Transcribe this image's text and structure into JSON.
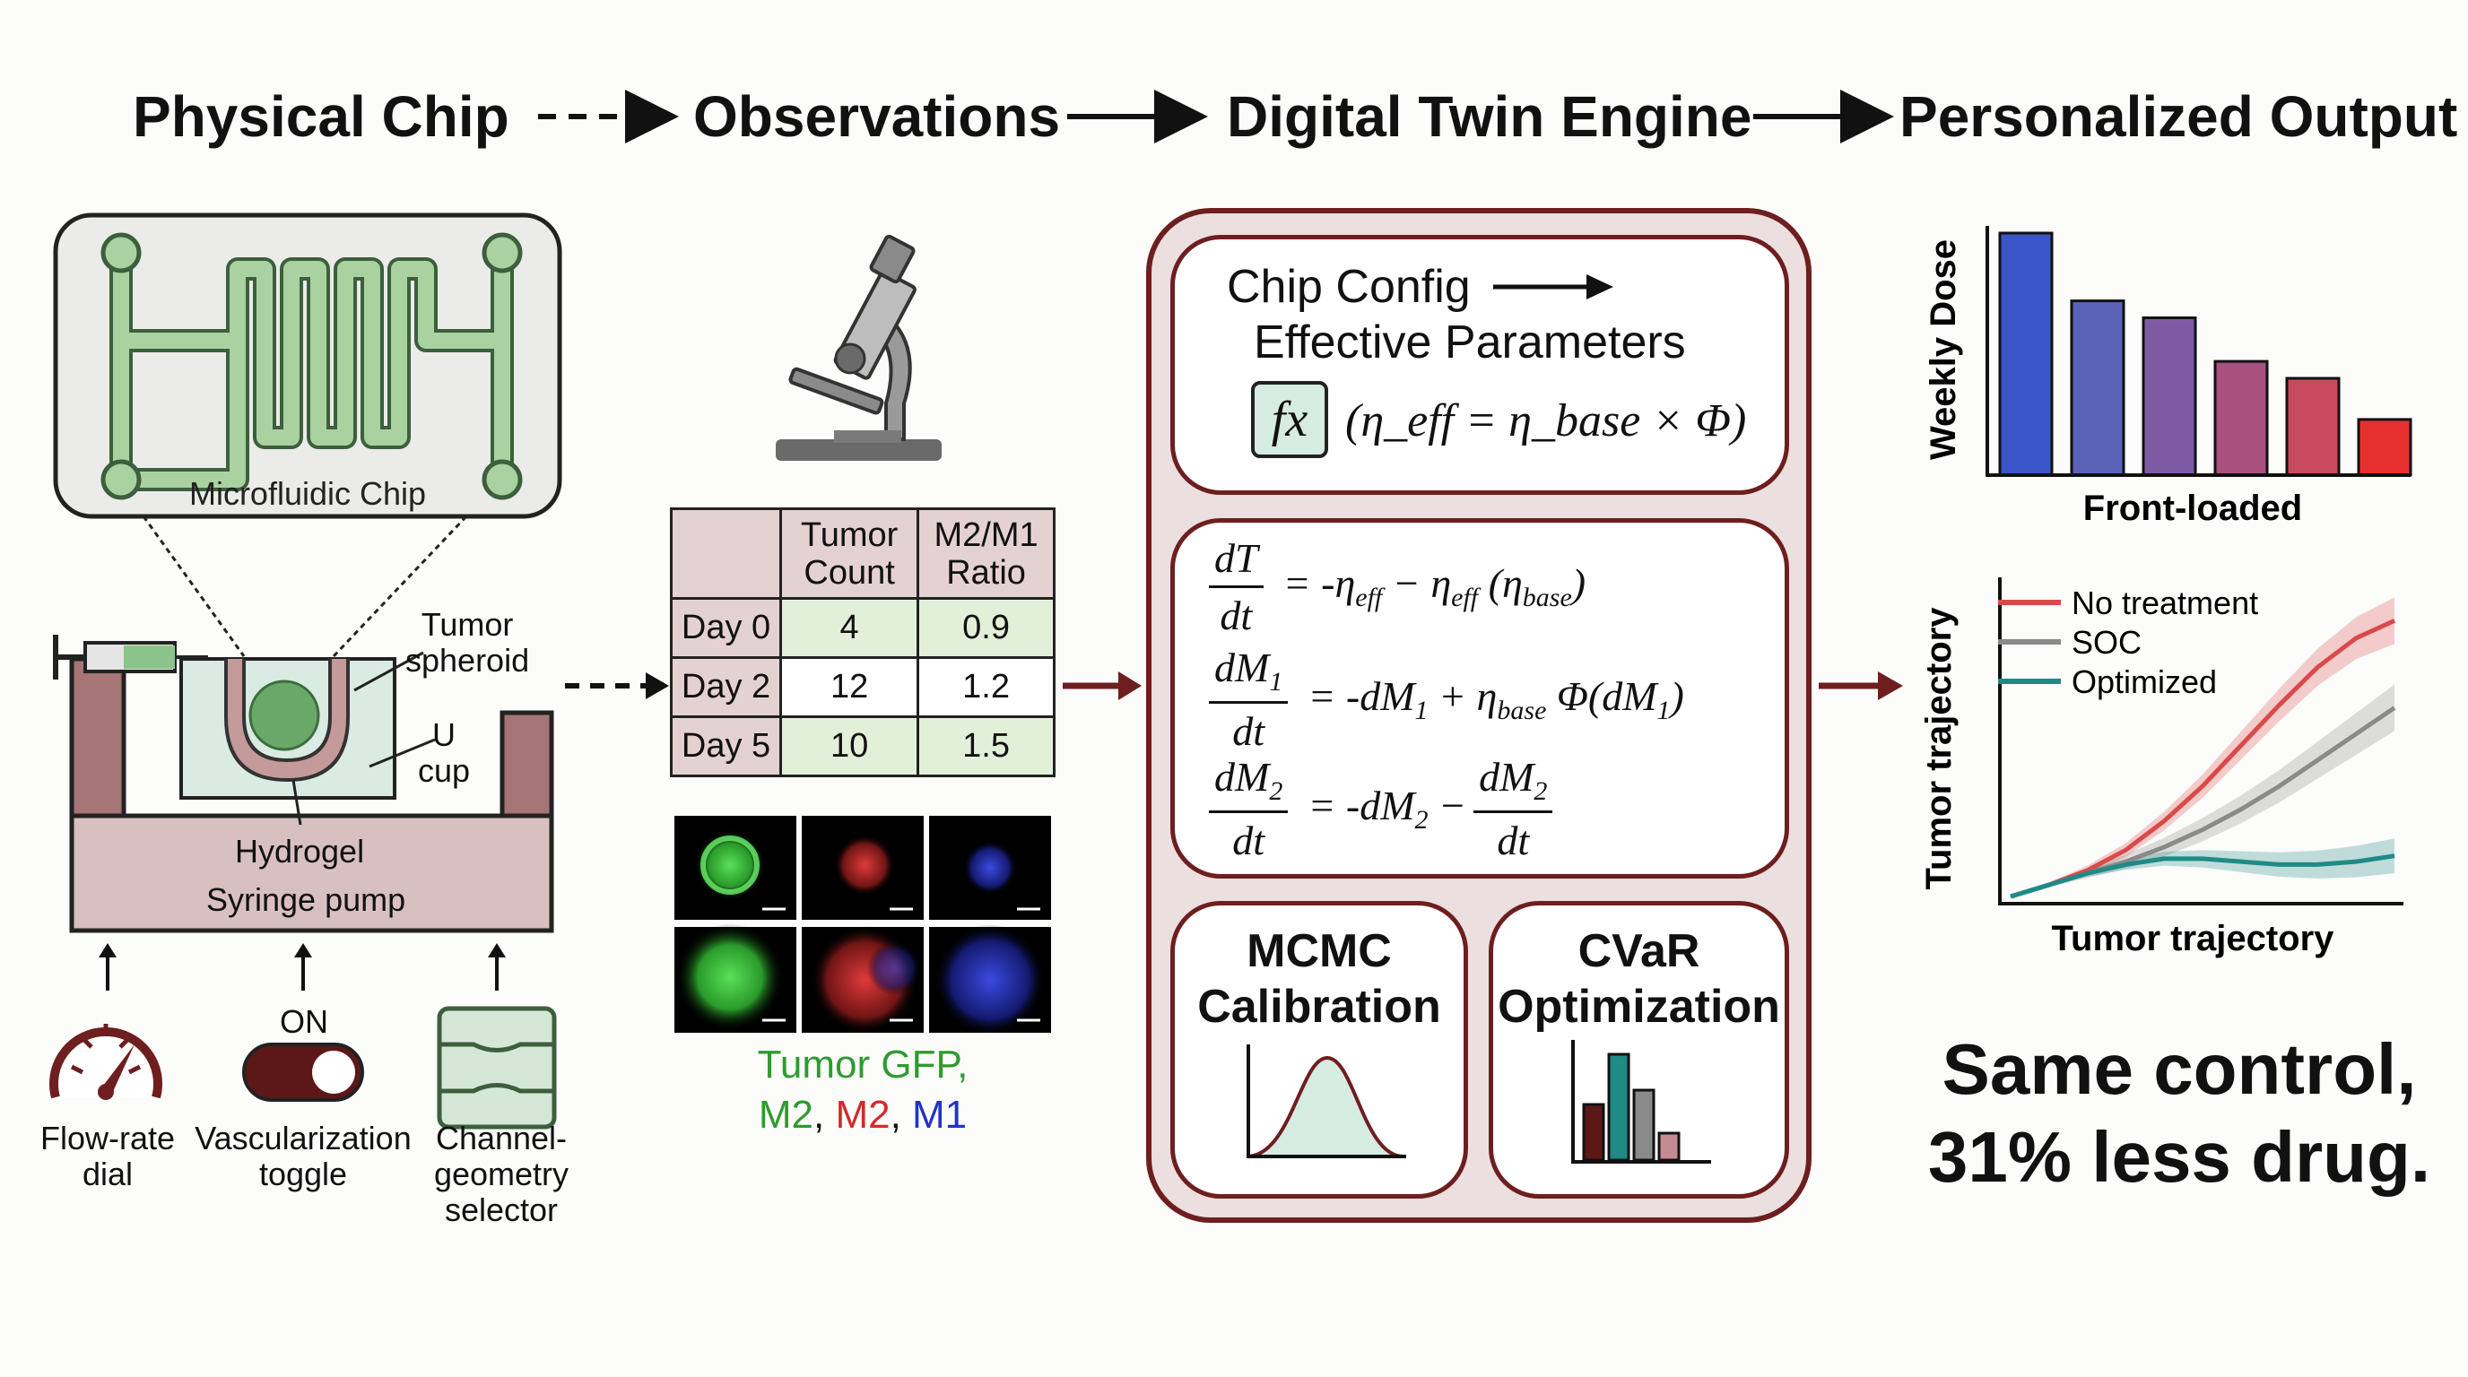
{
  "headers": {
    "physical_chip": "Physical Chip",
    "observations": "Observations",
    "digital_twin_engine": "Digital Twin Engine",
    "personalized_output": "Personalized Output"
  },
  "chip": {
    "microfluidic_label": "Microfluidic Chip",
    "tumor_label": "Tumor\nspheroid",
    "u_cup_label": "U\ncup",
    "hydrogel_label": "Hydrogel",
    "pump_label": "Syringe pump",
    "on_label": "ON",
    "controls": [
      {
        "label": "Flow-rate\ndial"
      },
      {
        "label": "Vascularization\ntoggle"
      },
      {
        "label": "Channel-\ngeometry\nselector"
      }
    ]
  },
  "observations": {
    "columns": [
      "Tumor\nCount",
      "M2/M1\nRatio"
    ],
    "rows": [
      {
        "day": "Day 0",
        "tumor": "4",
        "ratio": "0.9"
      },
      {
        "day": "Day 2",
        "tumor": "12",
        "ratio": "1.2"
      },
      {
        "day": "Day 5",
        "tumor": "10",
        "ratio": "1.5"
      }
    ],
    "caption_line1": "Tumor GFP,",
    "caption_m2_green": "M2",
    "caption_sep1": ", ",
    "caption_m2_red": "M2",
    "caption_sep2": ", ",
    "caption_m1": "M1",
    "colors": {
      "green": "#2e9b2e",
      "red": "#d42a2a",
      "blue": "#2233c8"
    }
  },
  "engine": {
    "config_title": "Chip Config",
    "effective_parameters": "Effective Parameters",
    "fx_symbol": "fx",
    "formula": "(η_eff = η_base × Φ)",
    "mcmc_title": "MCMC\nCalibration",
    "cvar_title": "CVaR\nOptimization"
  },
  "output": {
    "bar_ylabel": "Weekly Dose",
    "bar_xlabel": "Front-loaded",
    "line_ylabel": "Tumor trajectory",
    "line_xlabel": "Tumor trajectory",
    "legend": [
      {
        "name": "No treatment",
        "color": "#d94a4a"
      },
      {
        "name": "SOC",
        "color": "#8a8a8a"
      },
      {
        "name": "Optimized",
        "color": "#1f8a86"
      }
    ],
    "headline_line1": "Same control,",
    "headline_line2": "31% less drug."
  },
  "chart_data": [
    {
      "type": "bar",
      "categories": [
        "",
        "",
        "",
        "",
        "",
        ""
      ],
      "values": [
        100,
        72,
        65,
        47,
        40,
        23
      ],
      "ylabel": "Weekly Dose",
      "xlabel": "Front-loaded",
      "ylim": [
        0,
        100
      ],
      "colors": [
        "#3a55c8",
        "#5a63b8",
        "#7e5aa4",
        "#a8507e",
        "#c94a5e",
        "#e63030"
      ]
    },
    {
      "type": "line",
      "x": [
        0,
        1,
        2,
        3,
        4,
        5,
        6,
        7,
        8,
        9,
        10
      ],
      "series": [
        {
          "name": "No treatment",
          "values": [
            0,
            4,
            9,
            16,
            26,
            38,
            52,
            66,
            79,
            89,
            95
          ],
          "band": 8
        },
        {
          "name": "SOC",
          "values": [
            0,
            4,
            8,
            12,
            17,
            23,
            30,
            38,
            47,
            56,
            65
          ],
          "band": 8
        },
        {
          "name": "Optimized",
          "values": [
            0,
            4,
            8,
            11,
            13,
            13,
            12,
            11,
            11,
            12,
            14
          ],
          "band": 6
        }
      ],
      "ylabel": "Tumor trajectory",
      "xlabel": "Tumor trajectory",
      "ylim": [
        0,
        105
      ]
    }
  ]
}
